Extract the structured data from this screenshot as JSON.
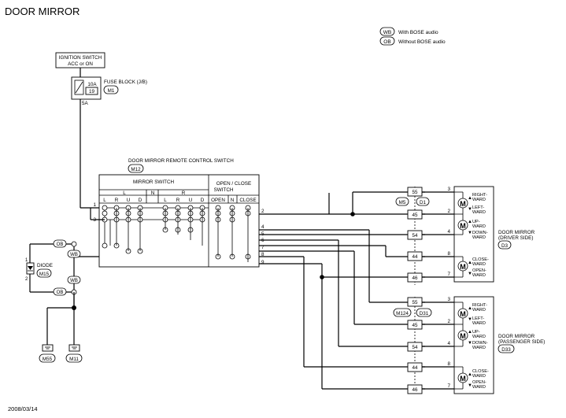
{
  "title": "DOOR MIRROR",
  "date": "2008/03/14",
  "legend": [
    {
      "code": "WB",
      "text": "With BOSE audio"
    },
    {
      "code": "OB",
      "text": "Without BOSE audio"
    }
  ],
  "ignition": {
    "line1": "IGNITION SWITCH",
    "line2": "ACC or ON"
  },
  "fuse": {
    "amp": "10A",
    "num": "19",
    "label": "FUSE BLOCK (J/B)",
    "conn": "M1",
    "pin": "5A"
  },
  "switch": {
    "label": "DOOR MIRROR REMOTE CONTROL SWITCH",
    "conn": "M12",
    "mirror_switch": "MIRROR SWITCH",
    "open_close_1": "OPEN / CLOSE",
    "open_close_2": "SWITCH",
    "group_L": "L",
    "group_N": "N",
    "group_R": "R",
    "cols": [
      "L",
      "R",
      "U",
      "D",
      "L",
      "R",
      "U",
      "D"
    ],
    "oc_cols": [
      "OPEN",
      "N",
      "CLOSE"
    ],
    "pins_left": [
      "1",
      "3"
    ],
    "pins_right": [
      "2",
      "4",
      "5",
      "6",
      "7",
      "8",
      "9"
    ]
  },
  "diode": {
    "label": "DIODE",
    "conn": "M15",
    "pin_top": "1",
    "pin_bot": "2"
  },
  "harness_codes": {
    "ob1": "OB",
    "wb1": "WB",
    "wb2": "WB",
    "ob2": "OB"
  },
  "grounds": [
    "M55",
    "M11"
  ],
  "driver": {
    "name_1": "DOOR MIRROR",
    "name_2": "(DRIVER SIDE)",
    "conn": "D3",
    "joint_a": "M5",
    "joint_b": "D1",
    "joints": [
      "55",
      "45",
      "54",
      "44",
      "46"
    ],
    "pins": [
      "3",
      "2",
      "4",
      "8",
      "7"
    ],
    "motors": [
      "RIGHT-\nWARD",
      "LEFT-\nWARD",
      "UP-\nWARD",
      "DOWN-\nWARD",
      "CLOSE-\nWARD",
      "OPEN-\nWARD"
    ],
    "motor_symbol": "M"
  },
  "passenger": {
    "name_1": "DOOR MIRROR",
    "name_2": "(PASSENGER SIDE)",
    "conn": "D33",
    "joint_a": "M124",
    "joint_b": "D31",
    "joints": [
      "55",
      "45",
      "54",
      "44",
      "46"
    ],
    "pins": [
      "3",
      "2",
      "4",
      "8",
      "7"
    ],
    "motors": [
      "RIGHT-\nWARD",
      "LEFT-\nWARD",
      "UP-\nWARD",
      "DOWN-\nWARD",
      "CLOSE-\nWARD",
      "OPEN-\nWARD"
    ],
    "motor_symbol": "M"
  }
}
